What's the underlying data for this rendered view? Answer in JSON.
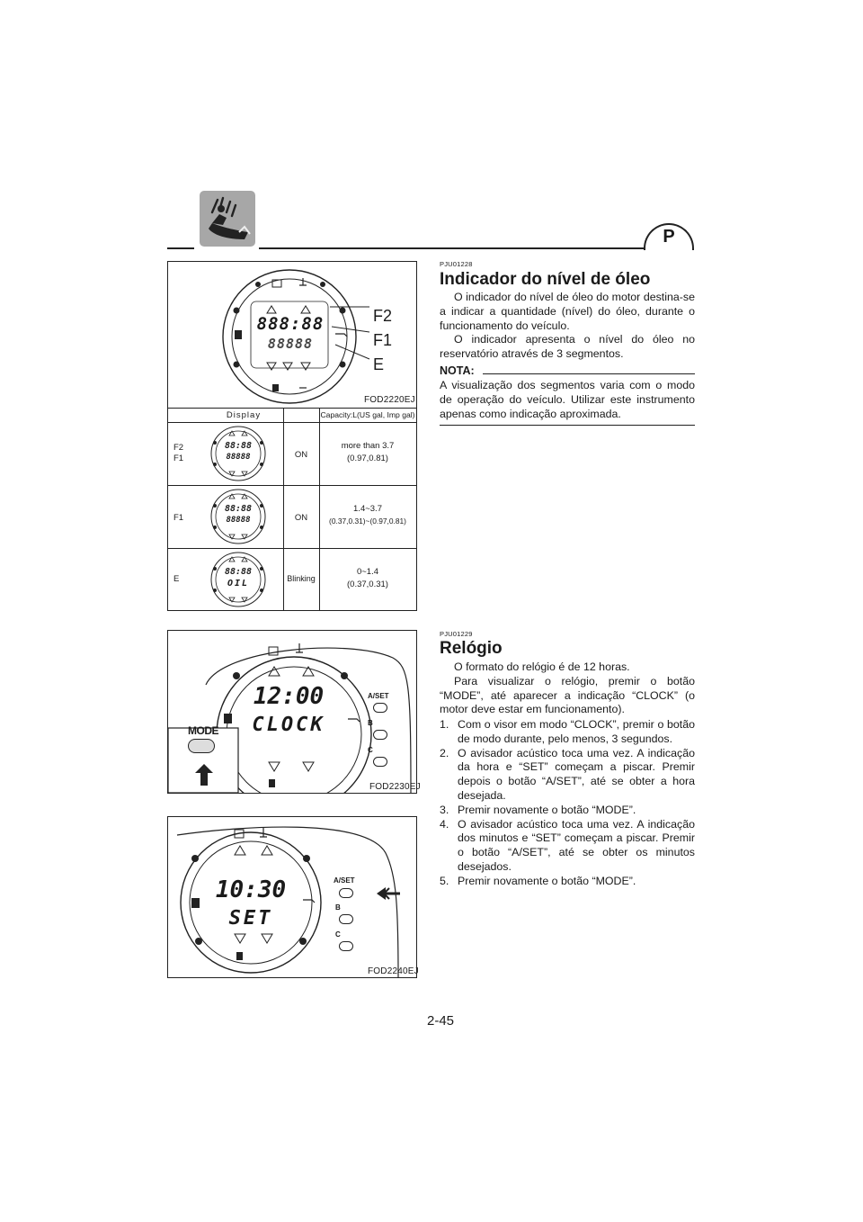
{
  "header": {
    "section_icon": "watercraft-rider-icon",
    "language_badge": "P"
  },
  "figures": {
    "oil_gauge": {
      "labels": [
        "F2",
        "F1",
        "E"
      ],
      "lcd_top": "888:88",
      "lcd_bottom": "88888",
      "code": "FOD2220EJ"
    },
    "oil_table": {
      "headers": [
        "Display",
        "Capacity:L(US gal, Imp gal)"
      ],
      "rows": [
        {
          "level": "F2\nF1",
          "lcd_top": "88:88",
          "lcd_bottom": "88888",
          "state": "ON",
          "capacity": "more than 3.7",
          "capacity_alt": "(0.97,0.81)"
        },
        {
          "level": "F1",
          "lcd_top": "88:88",
          "lcd_bottom": "88888",
          "state": "ON",
          "capacity": "1.4~3.7",
          "capacity_alt": "(0.37,0.31)~(0.97,0.81)"
        },
        {
          "level": "E",
          "lcd_top": "88:88",
          "lcd_bottom": "OIL",
          "state": "Blinking",
          "capacity": "0~1.4",
          "capacity_alt": "(0.37,0.31)"
        }
      ]
    },
    "clock_display": {
      "time": "12:00",
      "mode_text": "CLOCK",
      "buttons": [
        "A/SET",
        "B",
        "C"
      ],
      "mode_button": "MODE",
      "code": "FOD2230EJ"
    },
    "set_display": {
      "time": "10:30",
      "mode_text": "SET",
      "buttons": [
        "A/SET",
        "B",
        "C"
      ],
      "code": "FOD2240EJ"
    }
  },
  "section_oil": {
    "code": "PJU01228",
    "title": "Indicador do nível de óleo",
    "paragraphs": [
      "O indicador do nível de óleo do motor destina-se a indicar a quantidade (nível) do óleo, durante o funcionamento do veículo.",
      "O indicador apresenta o nível do óleo no reservatório através de 3 segmentos."
    ],
    "note_title": "NOTA:",
    "note_text": "A visualização dos segmentos varia com o modo de operação do veículo. Utilizar este instrumento apenas como indicação aproximada."
  },
  "section_clock": {
    "code": "PJU01229",
    "title": "Relógio",
    "paragraphs": [
      "O formato do relógio é de 12 horas.",
      "Para visualizar o relógio, premir o botão “MODE”, até aparecer a indicação “CLOCK” (o motor deve estar em funcionamento)."
    ],
    "steps": [
      {
        "num": "1.",
        "text": "Com o visor em modo “CLOCK”, premir o botão de modo durante, pelo menos, 3 segundos."
      },
      {
        "num": "2.",
        "text": "O avisador acústico toca uma vez. A indicação da hora e “SET” começam a piscar. Premir depois o botão “A/SET”, até se obter a hora desejada."
      },
      {
        "num": "3.",
        "text": "Premir novamente o botão “MODE”."
      },
      {
        "num": "4.",
        "text": "O avisador acústico toca uma vez. A indicação dos minutos e “SET” começam a piscar. Premir o botão “A/SET”, até se obter os minutos desejados."
      },
      {
        "num": "5.",
        "text": "Premir novamente o botão “MODE”."
      }
    ]
  },
  "footer": {
    "page_number": "2-45"
  }
}
